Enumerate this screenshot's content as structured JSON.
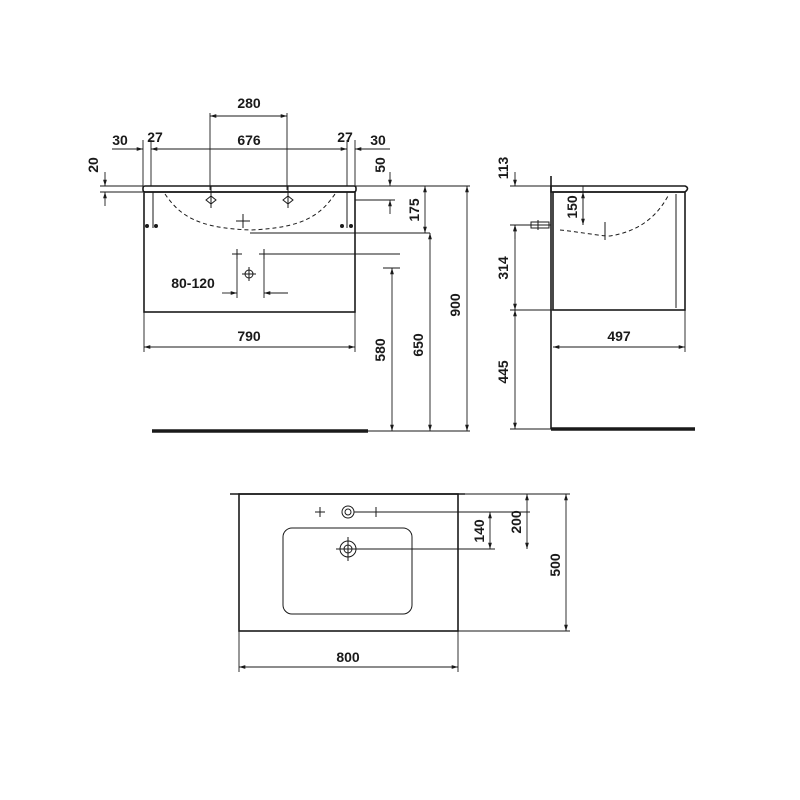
{
  "front_view": {
    "top_280": "280",
    "left_30": "30",
    "left_27": "27",
    "span_676": "676",
    "right_27": "27",
    "right_30": "30",
    "left_20": "20",
    "right_50": "50",
    "depth_175": "175",
    "range_80_120": "80-120",
    "width_790": "790",
    "height_580": "580",
    "height_650": "650",
    "height_900": "900"
  },
  "side_view": {
    "top_113": "113",
    "depth_150": "150",
    "drawer_314": "314",
    "floor_445": "445",
    "depth_497": "497"
  },
  "top_view": {
    "hole_140": "140",
    "hole_200": "200",
    "depth_500": "500",
    "width_800": "800"
  }
}
